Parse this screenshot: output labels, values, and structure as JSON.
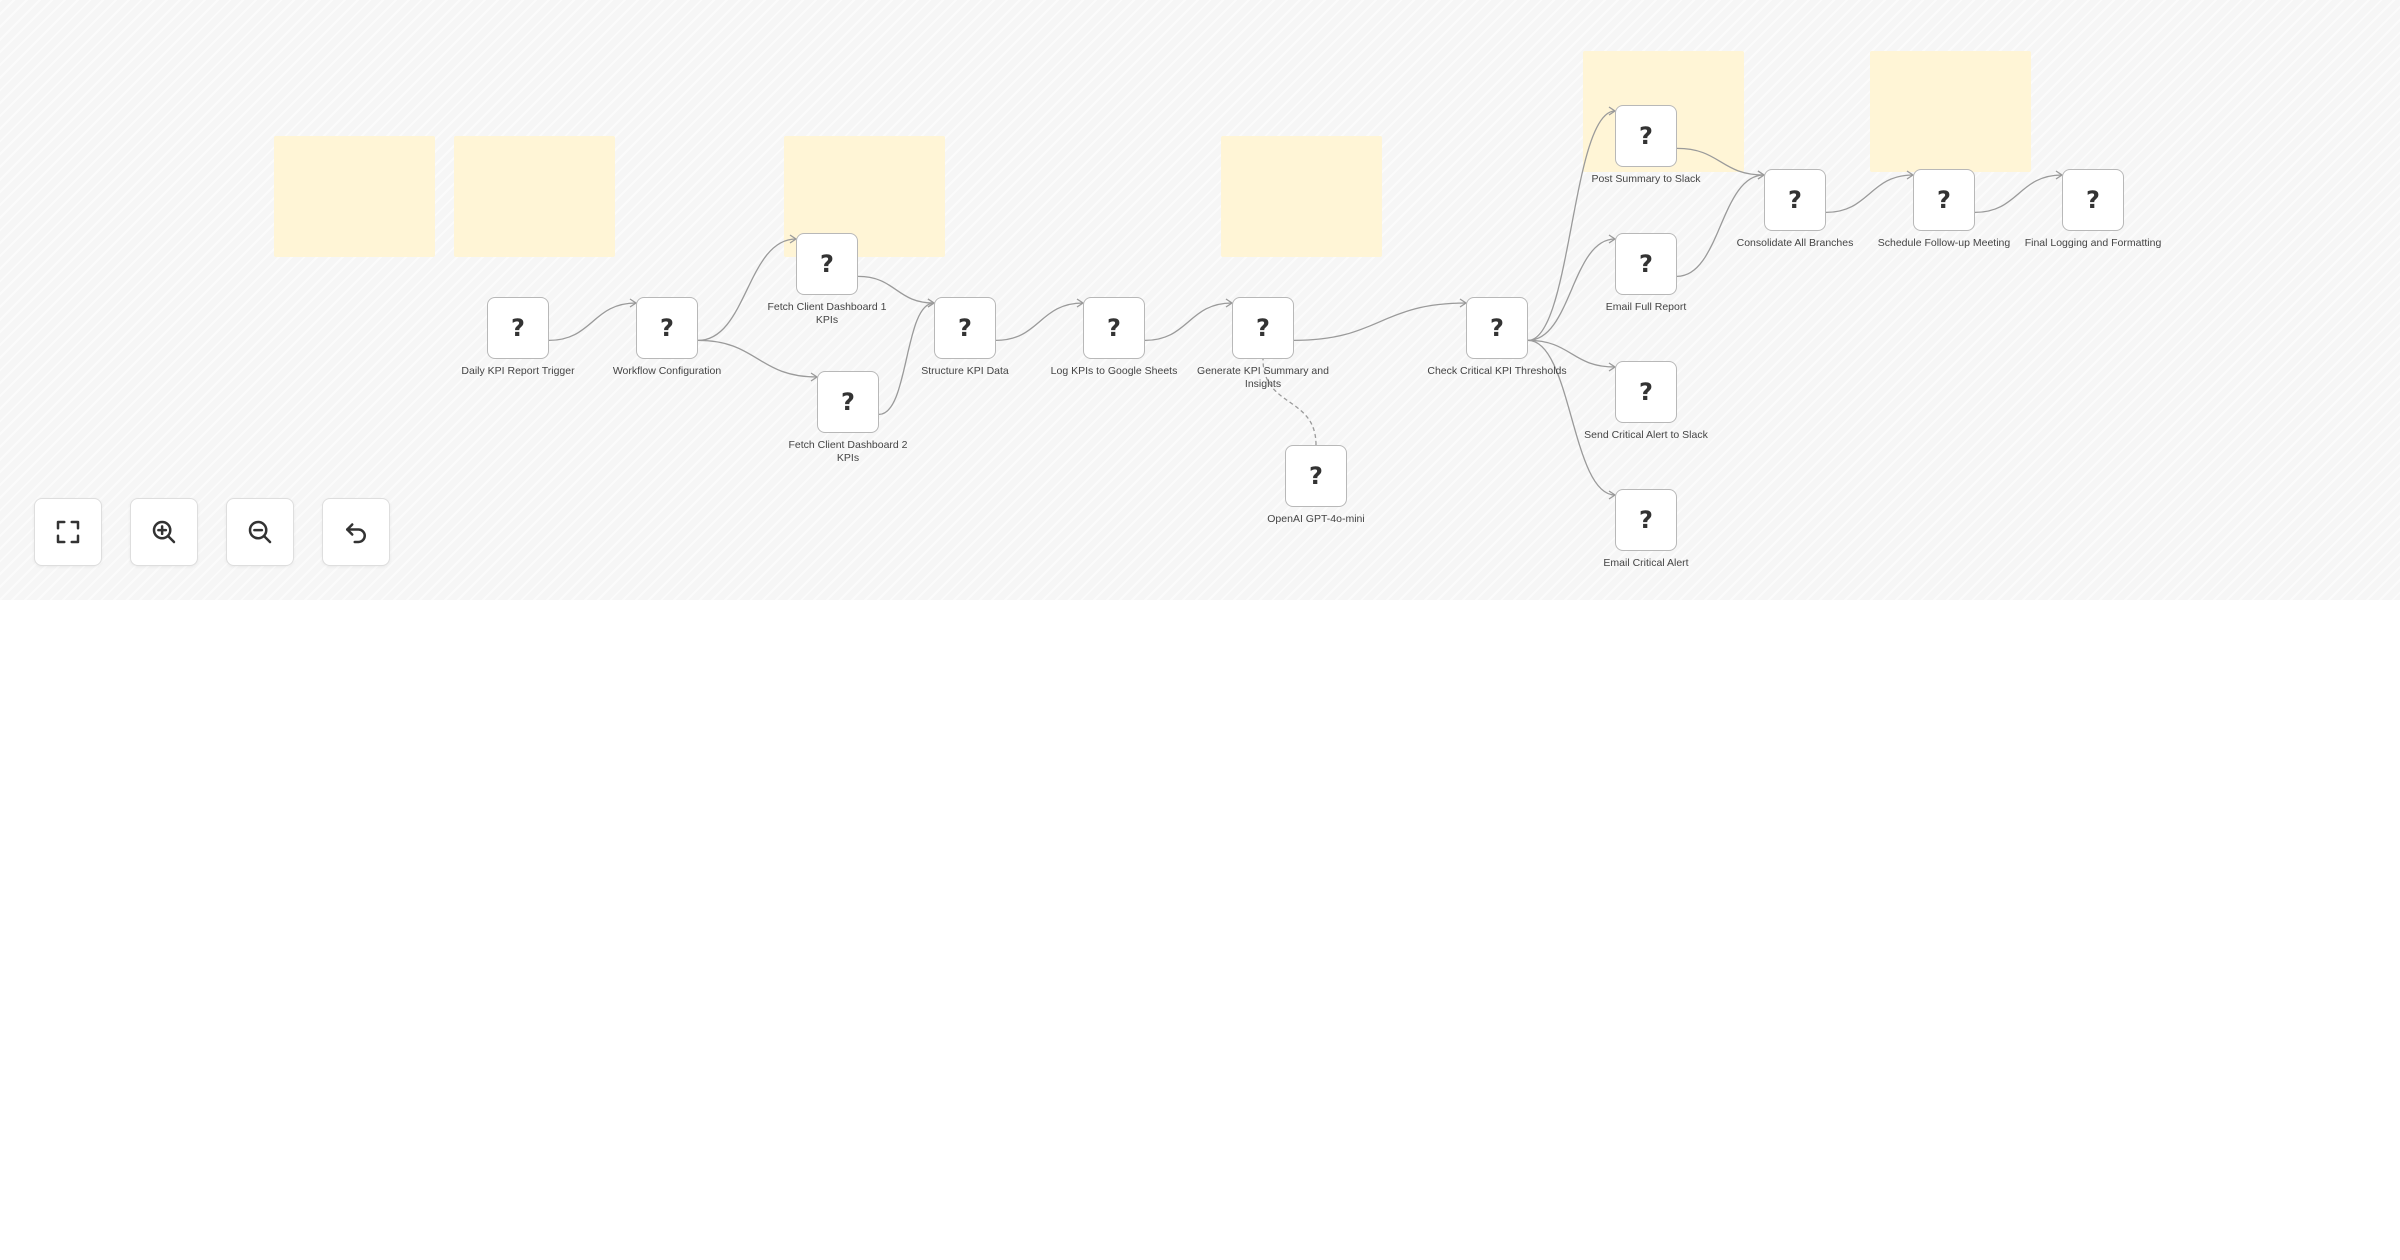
{
  "canvas": {
    "nodes": [
      {
        "id": "trigger",
        "icon": "unknown-node-icon",
        "glyph": "?",
        "label": "Daily KPI Report Trigger"
      },
      {
        "id": "config",
        "icon": "unknown-node-icon",
        "glyph": "?",
        "label": "Workflow Configuration"
      },
      {
        "id": "fetch1",
        "icon": "unknown-node-icon",
        "glyph": "?",
        "label": "Fetch Client Dashboard 1 KPIs"
      },
      {
        "id": "fetch2",
        "icon": "unknown-node-icon",
        "glyph": "?",
        "label": "Fetch Client Dashboard 2 KPIs"
      },
      {
        "id": "structure",
        "icon": "unknown-node-icon",
        "glyph": "?",
        "label": "Structure KPI Data"
      },
      {
        "id": "log",
        "icon": "unknown-node-icon",
        "glyph": "?",
        "label": "Log KPIs to Google Sheets"
      },
      {
        "id": "generate",
        "icon": "unknown-node-icon",
        "glyph": "?",
        "label": "Generate KPI Summary and Insights"
      },
      {
        "id": "openai",
        "icon": "unknown-node-icon",
        "glyph": "?",
        "label": "OpenAI GPT-4o-mini"
      },
      {
        "id": "check",
        "icon": "unknown-node-icon",
        "glyph": "?",
        "label": "Check Critical KPI Thresholds"
      },
      {
        "id": "post",
        "icon": "unknown-node-icon",
        "glyph": "?",
        "label": "Post Summary to Slack"
      },
      {
        "id": "email_full",
        "icon": "unknown-node-icon",
        "glyph": "?",
        "label": "Email Full Report"
      },
      {
        "id": "alert_slack",
        "icon": "unknown-node-icon",
        "glyph": "?",
        "label": "Send Critical Alert to Slack"
      },
      {
        "id": "alert_email",
        "icon": "unknown-node-icon",
        "glyph": "?",
        "label": "Email Critical Alert"
      },
      {
        "id": "consolidate",
        "icon": "unknown-node-icon",
        "glyph": "?",
        "label": "Consolidate All Branches"
      },
      {
        "id": "schedule",
        "icon": "unknown-node-icon",
        "glyph": "?",
        "label": "Schedule Follow-up Meeting"
      },
      {
        "id": "final",
        "icon": "unknown-node-icon",
        "glyph": "?",
        "label": "Final Logging and Formatting"
      }
    ],
    "connections": [
      [
        "trigger",
        "config"
      ],
      [
        "config",
        "fetch1"
      ],
      [
        "config",
        "fetch2"
      ],
      [
        "fetch1",
        "structure"
      ],
      [
        "fetch2",
        "structure"
      ],
      [
        "structure",
        "log"
      ],
      [
        "log",
        "generate"
      ],
      [
        "generate",
        "check"
      ],
      [
        "check",
        "post"
      ],
      [
        "check",
        "email_full"
      ],
      [
        "check",
        "alert_slack"
      ],
      [
        "check",
        "alert_email"
      ],
      [
        "post",
        "consolidate"
      ],
      [
        "email_full",
        "consolidate"
      ],
      [
        "consolidate",
        "schedule"
      ],
      [
        "schedule",
        "final"
      ]
    ],
    "sub_connections": [
      [
        "openai",
        "generate"
      ]
    ],
    "colors": {
      "canvas_background": "#f6f6f6",
      "sticky_note": "#fff5d6",
      "node_border": "#b8b8b8",
      "edge": "#9a9a9a"
    }
  },
  "controls": [
    {
      "id": "fit-view",
      "icon": "fullscreen-icon"
    },
    {
      "id": "zoom-in",
      "icon": "zoom-in-icon"
    },
    {
      "id": "zoom-out",
      "icon": "zoom-out-icon"
    },
    {
      "id": "reset",
      "icon": "undo-icon"
    }
  ]
}
